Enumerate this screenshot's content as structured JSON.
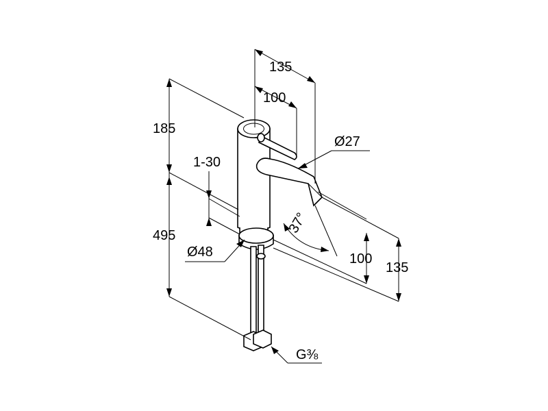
{
  "dimensions": {
    "d135_top": "135",
    "d100_top": "100",
    "d185": "185",
    "d27": "Ø27",
    "d1_30": "1-30",
    "d37": "37°",
    "d495": "495",
    "d48": "Ø48",
    "d100_right": "100",
    "d135_right": "135",
    "dg38": "G⅜"
  }
}
